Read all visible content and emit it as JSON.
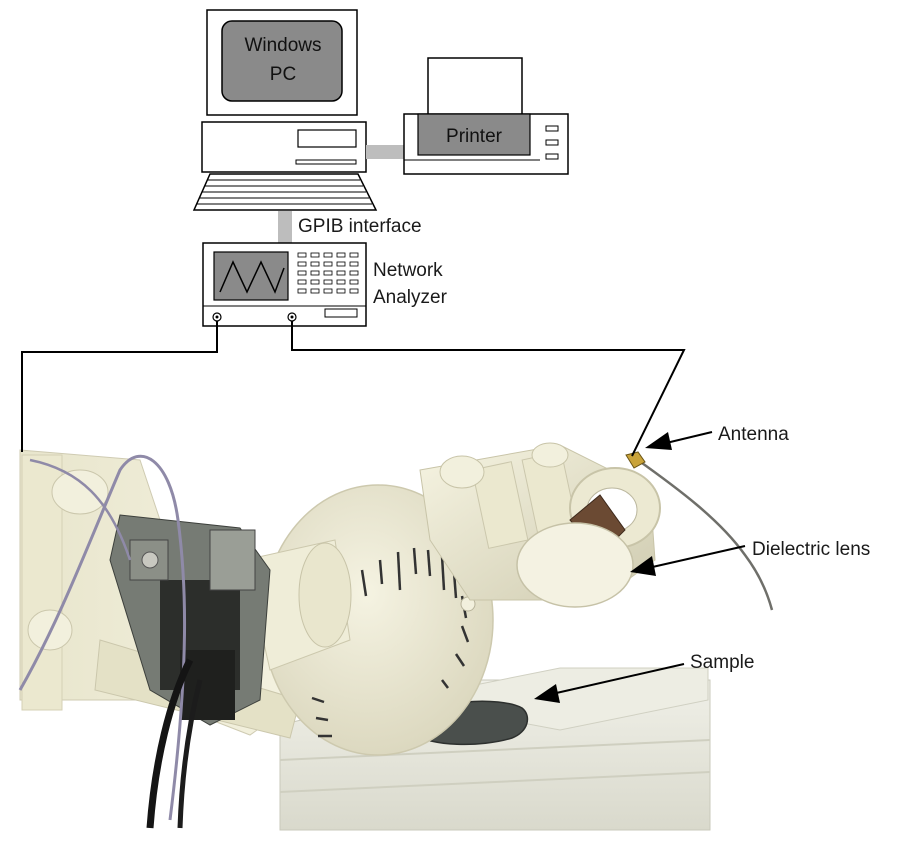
{
  "labels": {
    "pc_line1": "Windows",
    "pc_line2": "PC",
    "printer": "Printer",
    "gpib": "GPIB interface",
    "network_line1": "Network",
    "network_line2": "Analyzer",
    "antenna": "Antenna",
    "lens": "Dielectric lens",
    "sample": "Sample"
  },
  "colors": {
    "line": "#000000",
    "screen_fill": "#8a8a8a",
    "connector_gray": "#bdbdbd",
    "apparatus": "#eeecd8",
    "apparatus_shade": "#d6d3b8",
    "foam": "#e9e9df",
    "cable": "#8f8aa8"
  }
}
